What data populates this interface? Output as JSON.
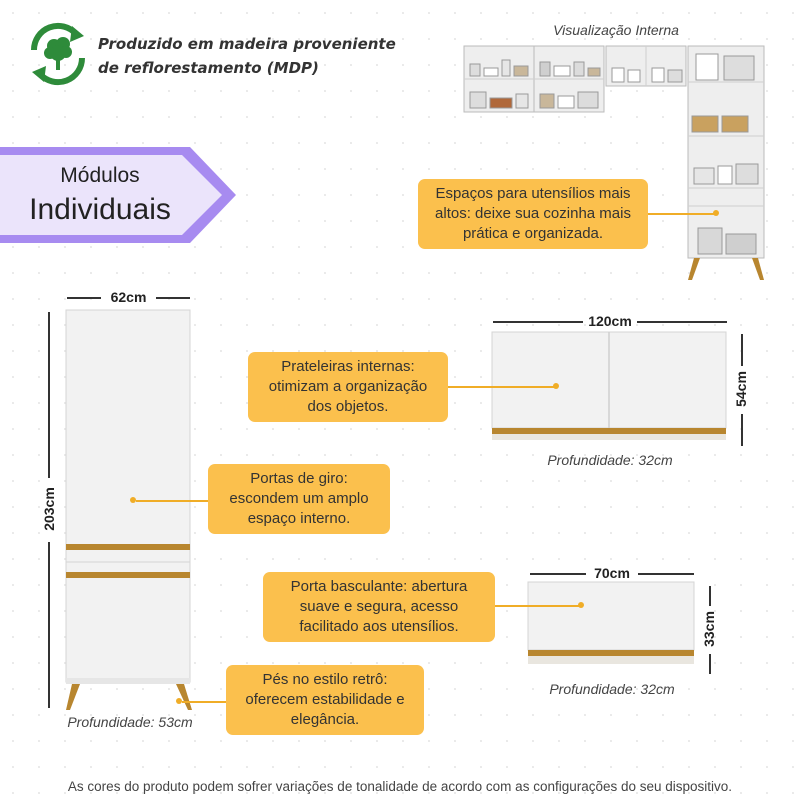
{
  "eco_badge": {
    "icon": "recycle-tree-icon",
    "lines": [
      "Produzido em madeira proveniente",
      "de reflorestamento (MDP)"
    ],
    "color": "#2e8b3a"
  },
  "banner": {
    "line1": "Módulos",
    "line2": "Individuais",
    "color": "#a78bf0"
  },
  "internal_view": {
    "title": "Visualização Interna"
  },
  "callouts": {
    "utensils": [
      "Espaços para utensílios mais",
      "altos: deixe sua cozinha mais",
      "prática e organizada."
    ],
    "shelves": [
      "Prateleiras internas:",
      "otimizam a organização",
      "dos objetos."
    ],
    "doors": [
      "Portas de giro:",
      "escondem um amplo",
      "espaço interno."
    ],
    "flap": [
      "Porta basculante: abertura",
      "suave e segura, acesso",
      "facilitado aos utensílios."
    ],
    "feet": [
      "Pés no estilo retrô:",
      "oferecem estabilidade e",
      "elegância."
    ]
  },
  "tall_cabinet": {
    "width": "62cm",
    "height": "203cm",
    "depth": "Profundidade: 53cm"
  },
  "upper_cabinet": {
    "width": "120cm",
    "height": "54cm",
    "depth": "Profundidade: 32cm"
  },
  "small_cabinet": {
    "width": "70cm",
    "height": "33cm",
    "depth": "Profundidade: 32cm"
  },
  "footnote": "As cores do produto podem sofrer variações de tonalidade de acordo com as configurações do seu dispositivo.",
  "colors": {
    "callout": "#fbc04d",
    "wood": "#b8862f",
    "cabinet": "#f2f2f2"
  }
}
